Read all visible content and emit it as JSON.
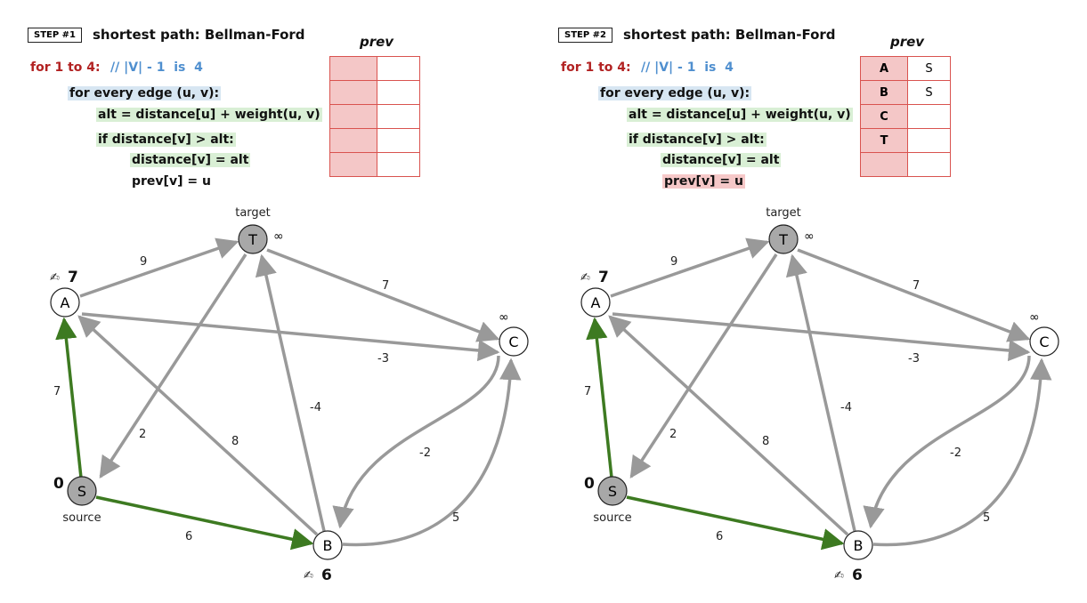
{
  "panels": [
    {
      "step": "STEP #1",
      "title": "shortest path: Bellman-Ford",
      "prev_header": "prev",
      "code": {
        "loop": "for 1 to 4:",
        "comment": "// |V| - 1  is  4",
        "line2": "for every edge (u, v):",
        "line3": "alt = distance[u] + weight(u, v)",
        "line4": "if distance[v] > alt:",
        "line5": "distance[v] = alt",
        "line6": "prev[v] = u"
      },
      "prev_table": [
        {
          "key": "",
          "value": ""
        },
        {
          "key": "",
          "value": ""
        },
        {
          "key": "",
          "value": ""
        },
        {
          "key": "",
          "value": ""
        },
        {
          "key": "",
          "value": ""
        }
      ],
      "graph": {
        "target_caption": "target",
        "source_caption": "source",
        "nodes": {
          "T": "T",
          "A": "A",
          "C": "C",
          "S": "S",
          "B": "B"
        },
        "dist": {
          "A": "7",
          "S": "0",
          "B": "6",
          "T": "∞",
          "C": "∞"
        },
        "check": "✍",
        "weights": {
          "AT": "9",
          "TC": "7",
          "AC": "-3",
          "SA": "7",
          "TS": "2",
          "BA": "8",
          "BT": "-4",
          "CB": "-2",
          "BC": "5",
          "SB": "6"
        }
      }
    },
    {
      "step": "STEP #2",
      "title": "shortest path: Bellman-Ford",
      "prev_header": "prev",
      "code": {
        "loop": "for 1 to 4:",
        "comment": "// |V| - 1  is  4",
        "line2": "for every edge (u, v):",
        "line3": "alt = distance[u] + weight(u, v)",
        "line4": "if distance[v] > alt:",
        "line5": "distance[v] = alt",
        "line6": "prev[v] = u"
      },
      "prev_table": [
        {
          "key": "A",
          "value": "S"
        },
        {
          "key": "B",
          "value": "S"
        },
        {
          "key": "C",
          "value": ""
        },
        {
          "key": "T",
          "value": ""
        },
        {
          "key": "",
          "value": ""
        }
      ],
      "graph": {
        "target_caption": "target",
        "source_caption": "source",
        "nodes": {
          "T": "T",
          "A": "A",
          "C": "C",
          "S": "S",
          "B": "B"
        },
        "dist": {
          "A": "7",
          "S": "0",
          "B": "6",
          "T": "∞",
          "C": "∞"
        },
        "check": "✍",
        "weights": {
          "AT": "9",
          "TC": "7",
          "AC": "-3",
          "SA": "7",
          "TS": "2",
          "BA": "8",
          "BT": "-4",
          "CB": "-2",
          "BC": "5",
          "SB": "6"
        }
      }
    }
  ]
}
